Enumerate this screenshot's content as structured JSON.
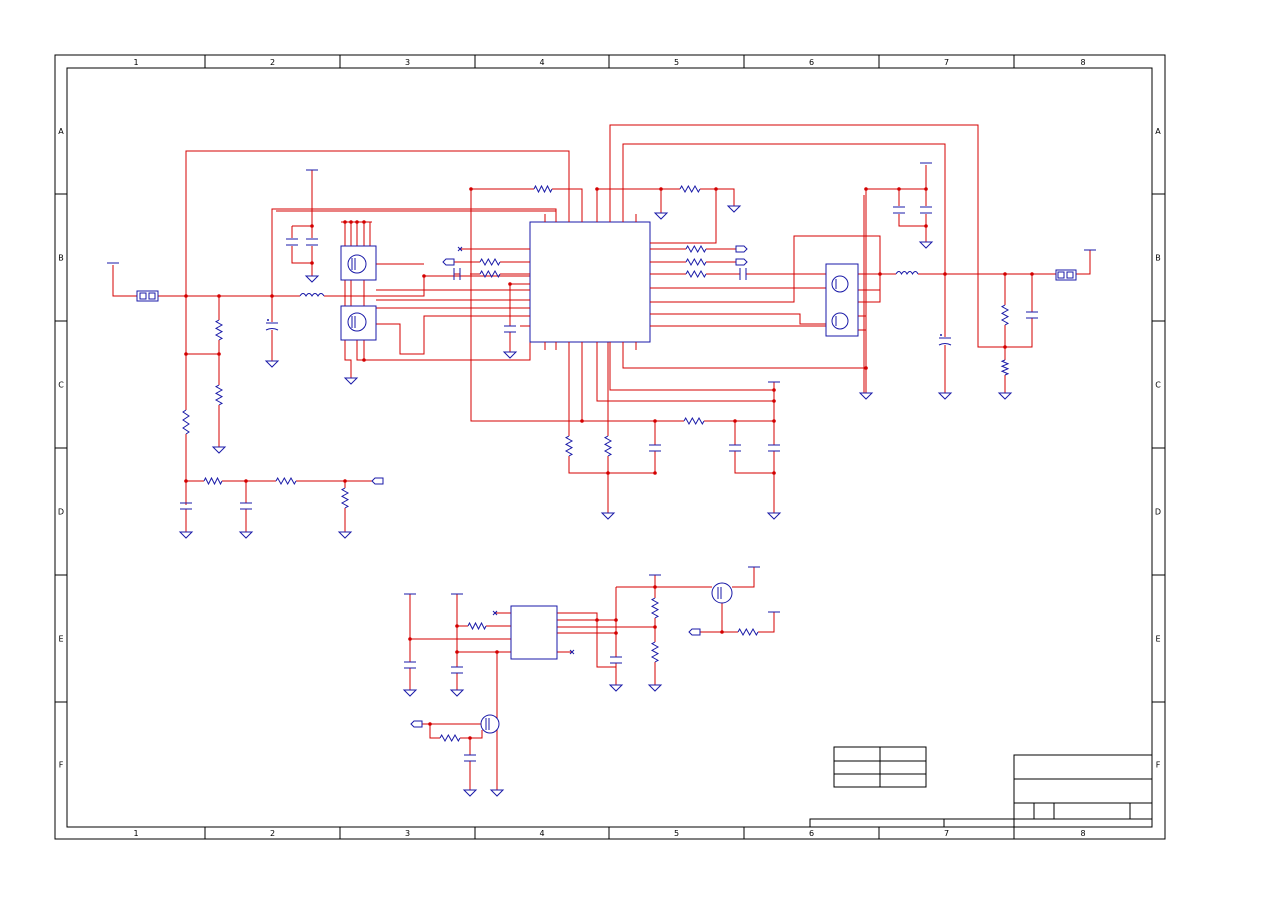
{
  "colors": {
    "frame": "#000000",
    "wire": "#d40000",
    "component": "#1a1aa8",
    "background": "#ffffff"
  },
  "grid": {
    "columns": [
      "1",
      "2",
      "3",
      "4",
      "5",
      "6",
      "7",
      "8"
    ],
    "rows": [
      "A",
      "B",
      "C",
      "D",
      "E",
      "F"
    ]
  }
}
